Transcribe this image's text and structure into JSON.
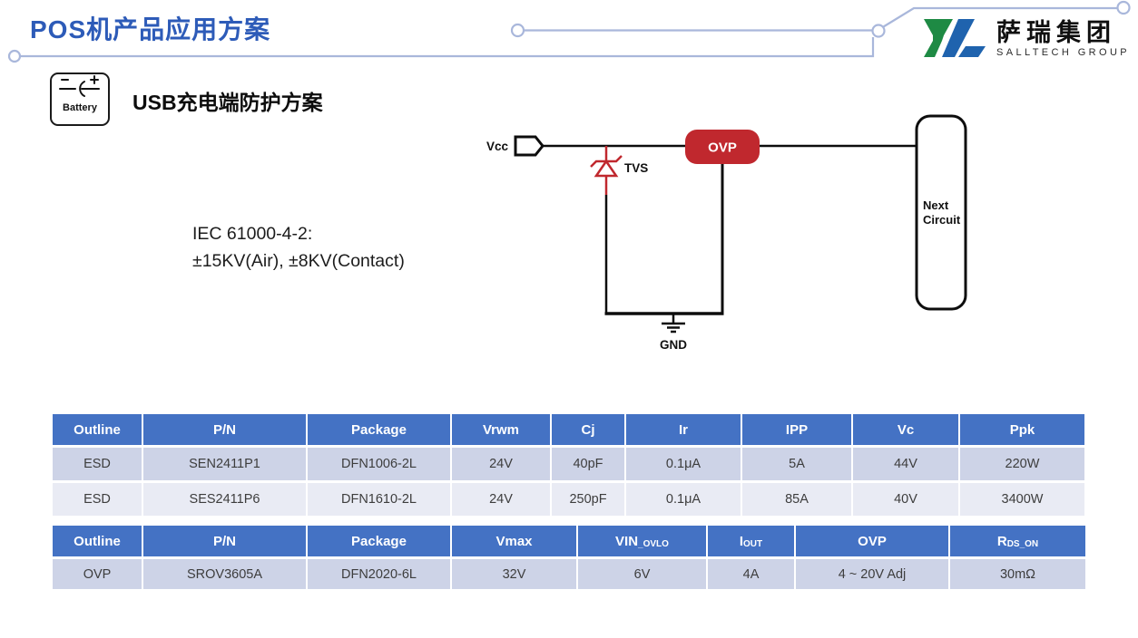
{
  "slide": {
    "title": "POS机产品应用方案",
    "logo": {
      "name_cn": "萨瑞集团",
      "name_en": "SALLTECH GROUP"
    },
    "battery_card": {
      "label": "Battery"
    },
    "heading": {
      "prefix": "USB",
      "rest": "充电端防护方案"
    },
    "standard": {
      "line1": "IEC 61000-4-2:",
      "line2": "±15KV(Air), ±8KV(Contact)"
    }
  },
  "circuit": {
    "vcc": "Vcc",
    "tvs": "TVS",
    "ovp": "OVP",
    "gnd": "GND",
    "next_line1": "Next",
    "next_line2": "Circuit"
  },
  "tables": [
    {
      "headers": [
        "Outline",
        "P/N",
        "Package",
        "Vrwm",
        "Cj",
        "Ir",
        "IPP",
        "Vc",
        "Ppk"
      ],
      "rows": [
        [
          "ESD",
          "SEN2411P1",
          "DFN1006-2L",
          "24V",
          "40pF",
          "0.1μA",
          "5A",
          "44V",
          "220W"
        ],
        [
          "ESD",
          "SES2411P6",
          "DFN1610-2L",
          "24V",
          "250pF",
          "0.1μA",
          "85A",
          "40V",
          "3400W"
        ]
      ]
    },
    {
      "headers": [
        "Outline",
        "P/N",
        "Package",
        "Vmax",
        {
          "base": "VIN",
          "sub": "_OVLO"
        },
        {
          "base": "I",
          "sub": "OUT"
        },
        "OVP",
        {
          "base": "R",
          "sub": "DS_ON"
        }
      ],
      "rows": [
        [
          "OVP",
          "SROV3605A",
          "DFN2020-6L",
          "32V",
          "6V",
          "4A",
          "4 ~ 20V Adj",
          "30mΩ"
        ]
      ]
    }
  ],
  "colors": {
    "title_blue": "#2D5BB8",
    "table_header_blue": "#4472C4",
    "row_shade_dark": "#CDD3E7",
    "row_shade_light": "#E9EBF4",
    "decor_line": "#A9B7DB",
    "ovp_red": "#C0282E",
    "logo_green": "#1E8A44",
    "logo_blue": "#1F63AE"
  }
}
